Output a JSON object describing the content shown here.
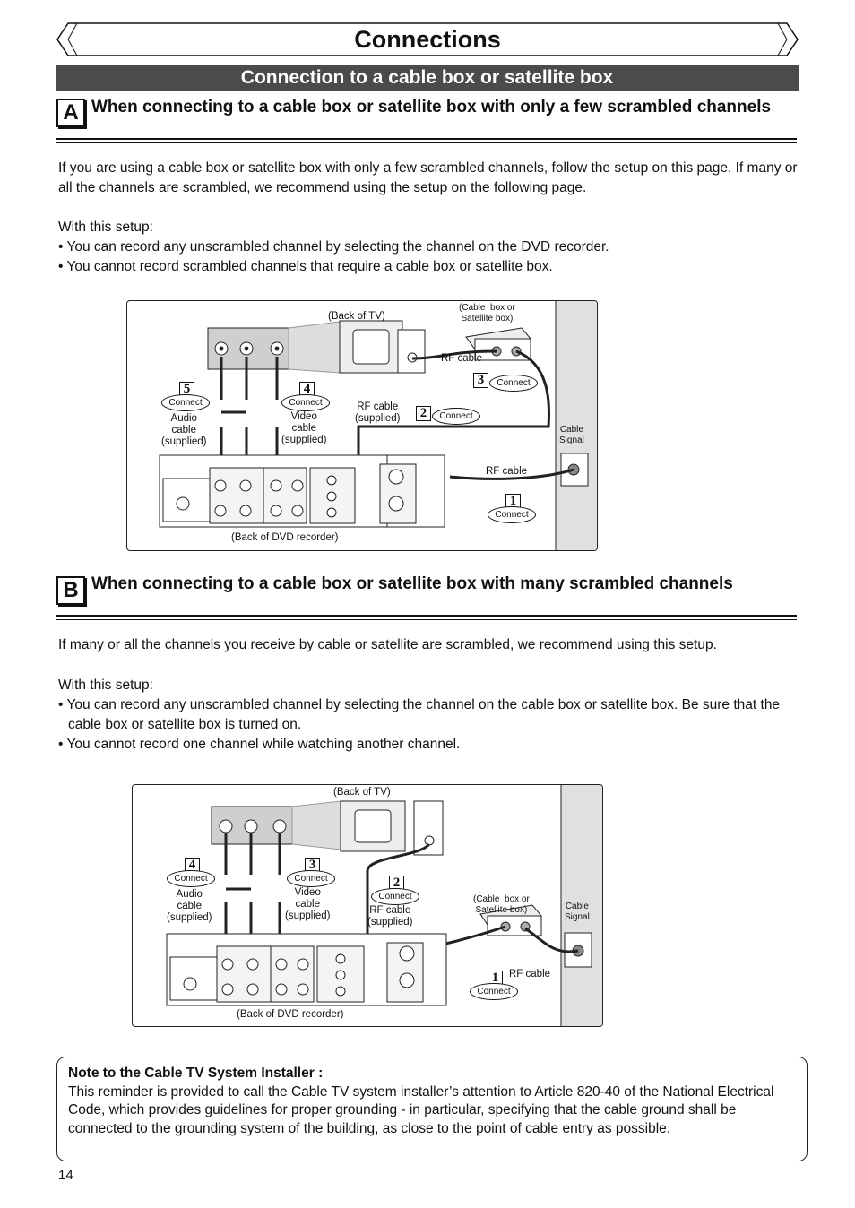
{
  "header": {
    "title": "Connections"
  },
  "section": {
    "title": "Connection to a cable box or satellite box"
  },
  "partA": {
    "letter": "A",
    "heading": "When connecting to a cable box or satellite box with only a few scrambled channels",
    "intro": "If you are using a cable box or satellite box with only a few scrambled channels, follow the setup on this page. If many or all the channels are scrambled, we recommend using the setup on the following page.",
    "with_setup": "With this setup:",
    "bullets": [
      "• You can record any unscrambled channel by selecting the channel on the DVD recorder.",
      "• You cannot record scrambled channels that require a cable box or satellite box."
    ],
    "diagram": {
      "back_of_tv": "(Back of TV)",
      "cable_box": "(Cable  box or\nSatellite box)",
      "rf_cable_top": "RF cable",
      "rf_cable_supplied": "RF cable\n(supplied)",
      "audio_cable": "Audio\ncable\n(supplied)",
      "video_cable": "Video\ncable\n(supplied)",
      "rf_cable_bottom": "RF cable",
      "cable_signal": "Cable\nSignal",
      "back_of_dvd": "(Back of DVD recorder)",
      "connect": "Connect",
      "steps": [
        "1",
        "2",
        "3",
        "4",
        "5"
      ]
    }
  },
  "partB": {
    "letter": "B",
    "heading": "When connecting to a cable box or satellite box with many scrambled channels",
    "intro": "If many or all the channels you receive by cable or satellite are scrambled, we recommend using this setup.",
    "with_setup": "With this setup:",
    "bullets": [
      "• You can record any unscrambled channel by selecting the channel on the cable box or satellite box. Be sure that the cable box or satellite box is turned on.",
      "• You cannot record one channel while watching another channel."
    ],
    "diagram": {
      "back_of_tv": "(Back of TV)",
      "cable_box": "(Cable  box or\nSatellite box)",
      "rf_cable_supplied": "RF cable\n(supplied)",
      "audio_cable": "Audio\ncable\n(supplied)",
      "video_cable": "Video\ncable\n(supplied)",
      "rf_cable": "RF cable",
      "cable_signal": "Cable\nSignal",
      "back_of_dvd": "(Back of DVD recorder)",
      "connect": "Connect",
      "steps": [
        "1",
        "2",
        "3",
        "4"
      ]
    }
  },
  "note": {
    "title": "Note to the Cable TV System Installer :",
    "body": "This reminder is provided to call the Cable TV system installer’s attention to Article 820-40 of the National Electrical Code, which provides guidelines for proper grounding - in particular, specifying that the cable ground shall be connected to the grounding system of the building, as close to the point of cable entry as possible."
  },
  "page_number": "14"
}
